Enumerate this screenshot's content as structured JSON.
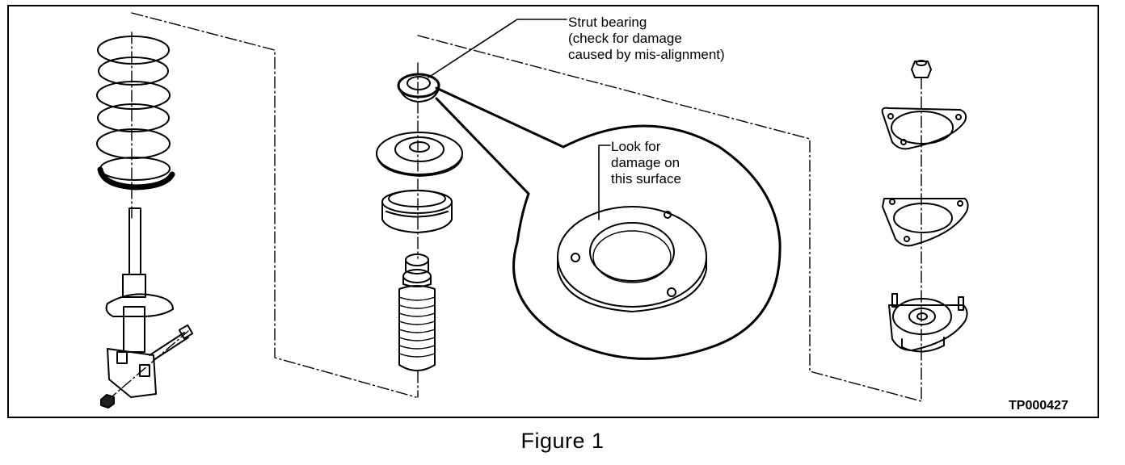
{
  "callouts": {
    "strut_bearing": "Strut bearing\n(check for damage\ncaused by mis-alignment)",
    "damage_surface": "Look for\ndamage on\nthis surface"
  },
  "drawing_code": "TP000427",
  "caption": "Figure 1"
}
